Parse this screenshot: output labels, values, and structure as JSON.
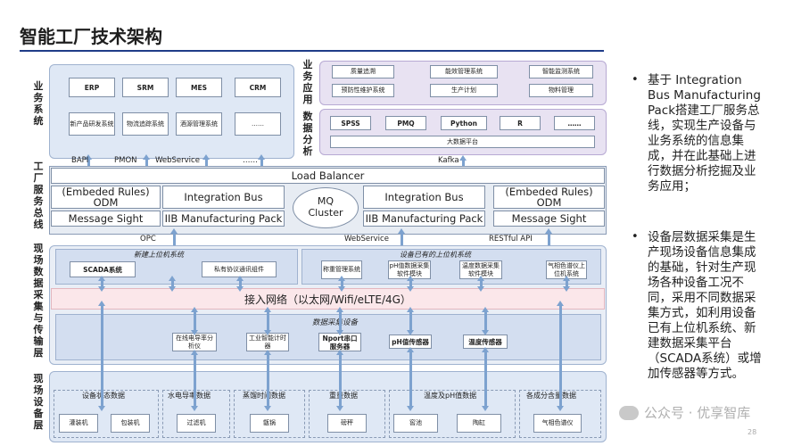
{
  "title": "智能工厂技术架构",
  "layers": {
    "business": "业务系统",
    "bus": "工厂服务总线",
    "collection": "现场数据采集与传输层",
    "device": "现场设备层",
    "bizapp": "业务应用",
    "analysis": "数据分析"
  },
  "business_systems": {
    "row1": [
      "ERP",
      "SRM",
      "MES",
      "CRM"
    ],
    "row2": [
      "新产品研发系统",
      "物流追踪系统",
      "酒源管理系统",
      "……"
    ]
  },
  "biz_apps": {
    "row1": [
      "质量追溯",
      "能效管理系统",
      "智能监测系统"
    ],
    "row2": [
      "预防性维护系统",
      "生产计划",
      "物料管理"
    ]
  },
  "analysis": {
    "tools": [
      "SPSS",
      "PMQ",
      "Python",
      "R",
      "……"
    ],
    "platform": "大数据平台"
  },
  "bus_protocols_top": [
    "BAPI",
    "PMON",
    "WebService",
    "……",
    "Kafka"
  ],
  "middleware": {
    "load_balancer": "Load Balancer",
    "embeded_left": "(Embeded Rules)",
    "odm_left": "ODM",
    "message_left": "Message Sight",
    "integration_left": "Integration Bus",
    "iib_left": "IIB Manufacturing Pack",
    "mq": "MQ Cluster",
    "integration_right": "Integration Bus",
    "iib_right": "IIB Manufacturing Pack",
    "embeded_right": "(Embeded Rules)",
    "odm_right": "ODM",
    "message_right": "Message Sight"
  },
  "bus_protocols_bottom": [
    "OPC",
    "WebService",
    "RESTful API"
  ],
  "upper_new": {
    "title": "新建上位机系统",
    "items": [
      "SCADA系统",
      "私有协议通讯组件"
    ]
  },
  "upper_existing": {
    "title": "设备已有的上位机系统",
    "items": [
      "称重管理系统",
      "pH值数据采集软件模块",
      "温度数据采集软件模块",
      "气相色谱仪上位机系统"
    ]
  },
  "network": "接入网络（以太网/Wifi/eLTE/4G）",
  "acquisition": {
    "title": "数据采集设备",
    "items": [
      "在线电导率分析仪",
      "工业智能计时器",
      "Nport串口服务器",
      "pH值传感器",
      "温度传感器"
    ]
  },
  "device_groups": [
    {
      "label": "设备状态数据",
      "items": [
        "灌装机",
        "包装机"
      ]
    },
    {
      "label": "水电导率数据",
      "items": [
        "过滤机"
      ]
    },
    {
      "label": "蒸馏时间数据",
      "items": [
        "甑锅"
      ]
    },
    {
      "label": "重量数据",
      "items": [
        "磅秤"
      ]
    },
    {
      "label": "温度及pH值数据",
      "items": [
        "窖池",
        "陶缸"
      ]
    },
    {
      "label": "各成分含量数据",
      "items": [
        "气相色谱仪"
      ]
    }
  ],
  "bullets": [
    "基于 Integration Bus Manufacturing Pack搭建工厂服务总线，实现生产设备与业务系统的信息集成，并在此基础上进行数据分析挖掘及业务应用；",
    "设备层数据采集是生产现场设备信息集成的基础，针对生产现场各种设备工况不同，采用不同数据采集方式，如利用设备已有上位机系统、新建数据采集平台（SCADA系统）或增加传感器等方式。"
  ],
  "watermark": "公众号 · 优享智库",
  "page_number": "28"
}
